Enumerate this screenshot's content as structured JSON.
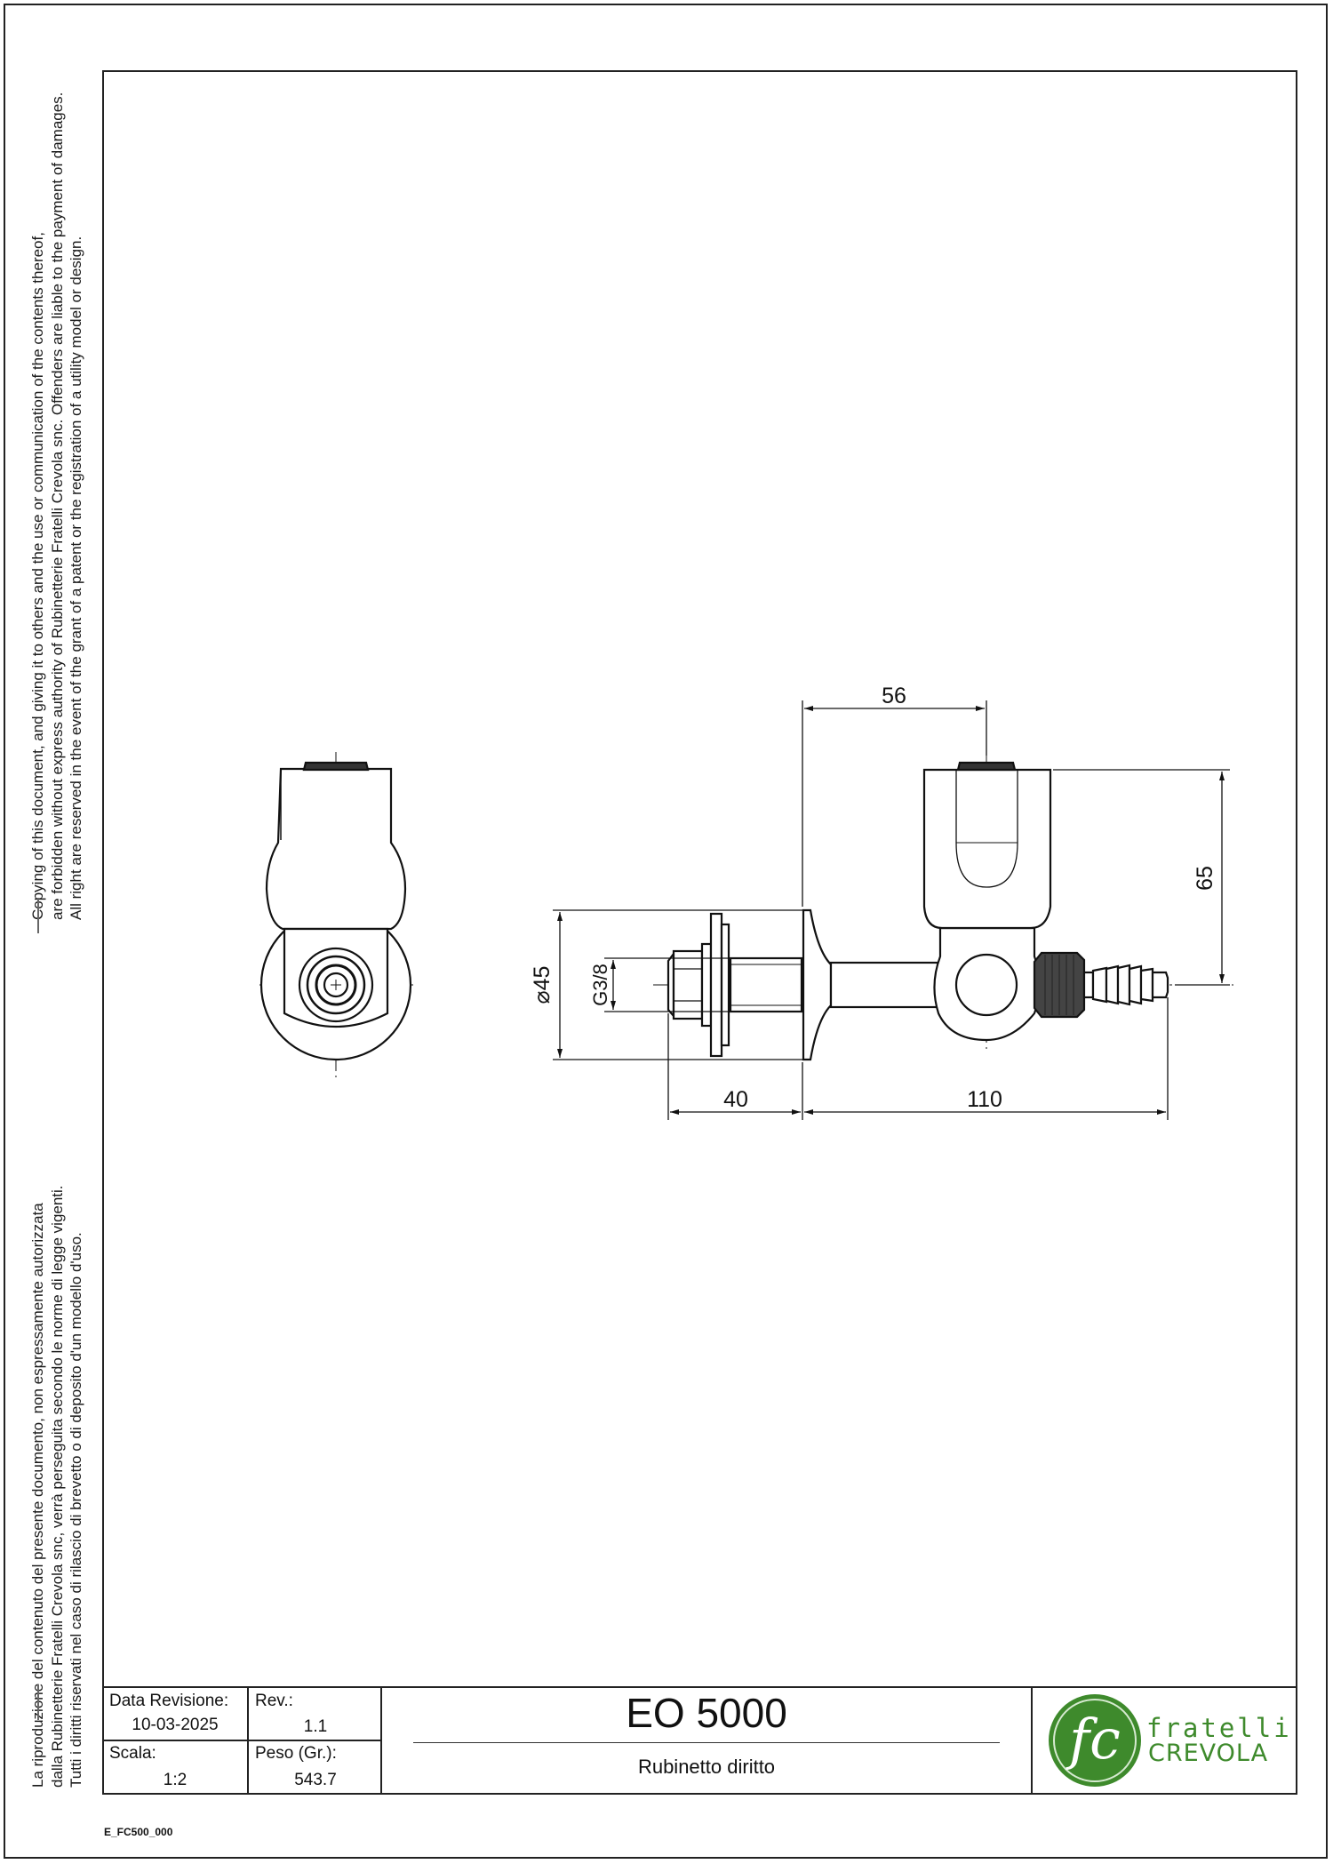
{
  "copyright_en": [
    "Copying of this document, and giving it to others and the use or communication of the contents thereof,",
    "are forbidden without express authority of Rubinetterie Fratelli Crevola snc. Offenders are liable to the payment of damages.",
    "All right are reserved in the event of the grant of a patent or the registration of a utility model or design."
  ],
  "copyright_it": [
    "La riproduzione del contenuto del presente documento, non espressamente autorizzata",
    "dalla Rubinetterie Fratelli Crevola snc, verrà perseguita secondo le norme di legge vigenti.",
    "Tutti i diritti riservati nel caso di rilascio di brevetto o di deposito d'un modello d'uso."
  ],
  "dimensions": {
    "top_width": "56",
    "handle_height": "65",
    "flange_diameter": "⌀45",
    "thread": "G3/8",
    "shank_length": "40",
    "body_length": "110"
  },
  "title_block": {
    "revision_date_label": "Data Revisione:",
    "revision_date": "10-03-2025",
    "rev_label": "Rev.:",
    "rev": "1.1",
    "scale_label": "Scala:",
    "scale": "1:2",
    "weight_label": "Peso (Gr.):",
    "weight": "543.7",
    "code": "EO 5000",
    "description": "Rubinetto diritto"
  },
  "logo": {
    "monogram": "fc",
    "line1": "fratelli",
    "line2": "CREVOLA",
    "color": "#3e8a2c"
  },
  "document_id": "E_FC500_000"
}
